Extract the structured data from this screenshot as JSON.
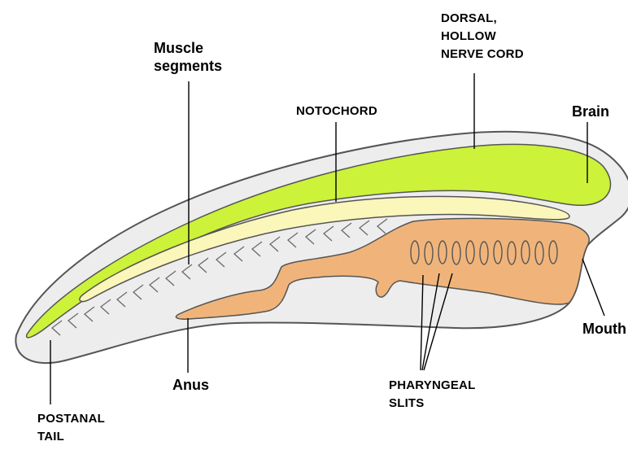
{
  "labels": {
    "dorsal_nerve_cord": [
      "DORSAL,",
      "HOLLOW",
      "NERVE CORD"
    ],
    "muscle_segments": [
      "Muscle",
      "segments"
    ],
    "notochord": "NOTOCHORD",
    "brain": "Brain",
    "mouth": "Mouth",
    "anus": "Anus",
    "pharyngeal_slits": [
      "PHARYNGEAL",
      "SLITS"
    ],
    "postanal_tail": [
      "POSTANAL",
      "TAIL"
    ]
  },
  "colors": {
    "body_fill": "#ededed",
    "outline": "#555555",
    "nerve_cord": "#ccf23a",
    "notochord": "#fbf6ba",
    "gut": "#f0b47a",
    "chevrons": "#6a6a6a",
    "leader_lines": "#000000"
  }
}
